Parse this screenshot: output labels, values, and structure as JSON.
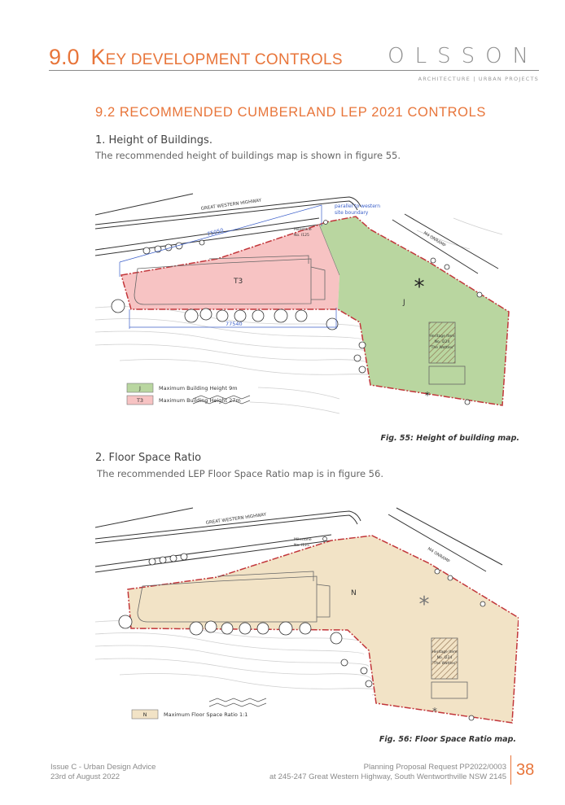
{
  "header": {
    "section_number": "9.0",
    "section_title_initial": "K",
    "section_title_rest": "EY DEVELOPMENT CONTROLS",
    "logo": "OLSSON",
    "logo_tagline": "ARCHITECTURE | URBAN PROJECTS"
  },
  "subsection_title": "9.2  RECOMMENDED CUMBERLAND LEP 2021 CONTROLS",
  "section1": {
    "heading": "1. Height of Buildings.",
    "text": "The recommended height of buildings map is shown in figure 55.",
    "caption": "Fig. 55: Height of building map.",
    "map": {
      "road_label": "GREAT WESTERN HIGHWAY",
      "onramp_label": "M4 ONRAMP",
      "milestone_label_1": "Milestone",
      "milestone_label_2": "No. I125",
      "boundary_note_1": "parallel to western",
      "boundary_note_2": "site boundary",
      "dim_top": "75050",
      "dim_bottom": "77540",
      "zone_t3": "T3",
      "zone_j": "J",
      "heritage_1": "Heritage Item",
      "heritage_2": "No. I224",
      "heritage_3": "\"The Wattles\"",
      "legend": [
        {
          "code": "J",
          "label": "Maximum Building Height 9m",
          "color": "#b9d6a0"
        },
        {
          "code": "T3",
          "label": "Maximum Building Height 27m",
          "color": "#f7c3c3"
        }
      ]
    }
  },
  "section2": {
    "heading": "2. Floor Space Ratio",
    "text": "The recommended LEP Floor Space Ratio map is in figure 56.",
    "caption": "Fig. 56: Floor Space Ratio map.",
    "map": {
      "road_label": "GREAT WESTERN HIGHWAY",
      "onramp_label": "M4 ONRAMP",
      "milestone_label_1": "Milestone",
      "milestone_label_2": "No. I125",
      "zone_n": "N",
      "heritage_1": "Heritage Item",
      "heritage_2": "No. I224",
      "heritage_3": "\"The Wattles\"",
      "legend": [
        {
          "code": "N",
          "label": "Maximum Floor Space Ratio 1:1",
          "color": "#f2e3c6"
        }
      ]
    }
  },
  "footer": {
    "left_line1": "Issue C - Urban Design Advice",
    "left_line2": "23rd of August 2022",
    "right_line1": "Planning Proposal Request PP2022/0003",
    "right_line2": "at 245-247 Great Western Highway, South Wentworthville NSW 2145",
    "page_number": "38"
  },
  "colors": {
    "accent": "#e8753a",
    "zone_j_fill": "#b9d6a0",
    "zone_t3_fill": "#f7c3c3",
    "zone_n_fill": "#f2e3c6",
    "boundary": "#c2363a"
  }
}
